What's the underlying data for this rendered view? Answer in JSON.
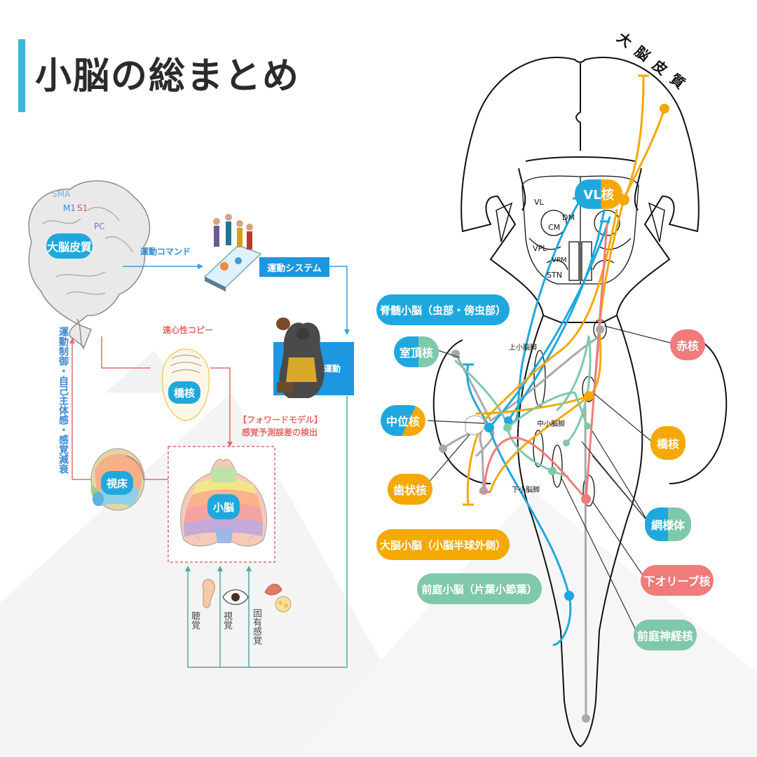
{
  "title": "小脳の総まとめ",
  "left_diagram": {
    "cortex_label": "大脳皮質",
    "area_sma": "SMA",
    "area_m1": "M1",
    "area_s1": "S1",
    "area_pc": "PC",
    "motor_command": "運動コマンド",
    "motor_system": "運動システム",
    "movement": "運動",
    "efference_copy": "遠心性コピー",
    "pons": "橋核",
    "forward_model_1": "【フォワードモデル】",
    "forward_model_2": "感覚予測誤差の検出",
    "cerebellum": "小脳",
    "thalamus": "視床",
    "vertical_left": "運動制御・自己主体感・感覚減衰",
    "sense_hearing": "聴覚",
    "sense_vision": "視覚",
    "sense_proprio": "固有感覚"
  },
  "right_diagram": {
    "cortex_vertical": "大脳皮質",
    "vl_nucleus": "VL核",
    "thal_vl": "VL",
    "thal_dm": "DM",
    "thal_cm": "CM",
    "thal_vpl": "VPL",
    "thal_vpm": "VPM",
    "thal_stn": "STN",
    "spinocerebellum": "脊髄小脳（虫部・傍虫部）",
    "fastigial": "室頂核",
    "interposed": "中位核",
    "dentate": "歯状核",
    "cerebrocerebellum": "大脳小脳（小脳半球外側）",
    "vestibulocerebellum": "前庭小脳（片葉小節葉）",
    "superior_peduncle": "上小脳脚",
    "middle_peduncle": "中小脳脚",
    "inferior_peduncle": "下小脳脚",
    "red_nucleus": "赤核",
    "pontine_nucleus": "橋核",
    "reticular": "網様体",
    "inferior_olive": "下オリーブ核",
    "vestibular_nucleus": "前庭神経核"
  },
  "colors": {
    "blue": "#1fa8de",
    "orange": "#f5a800",
    "green": "#7fc8a9",
    "red": "#f07b7b",
    "gray": "#9e9e9e",
    "accent": "#3bb7d8"
  }
}
